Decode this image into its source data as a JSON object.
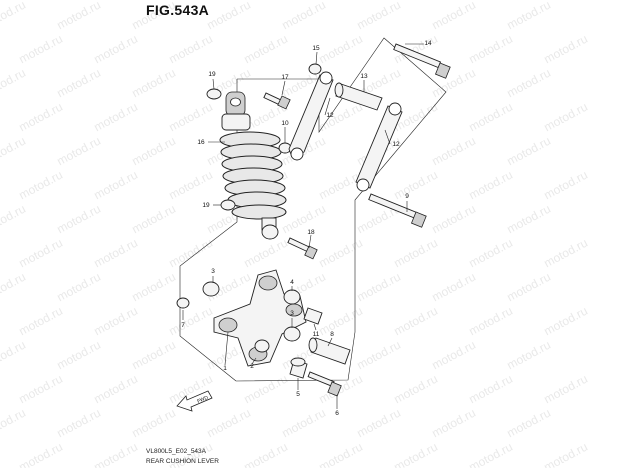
{
  "figure": {
    "title": "FIG.543A",
    "model_code": "VL800L5_E02_543A",
    "caption": "REAR CUSHION LEVER",
    "watermark": "motod.ru",
    "front_marker": "FWD"
  },
  "callouts": [
    "1",
    "2",
    "3",
    "3",
    "4",
    "5",
    "6",
    "7",
    "8",
    "9",
    "10",
    "11",
    "12",
    "12",
    "13",
    "14",
    "15",
    "16",
    "17",
    "18",
    "19",
    "19"
  ]
}
